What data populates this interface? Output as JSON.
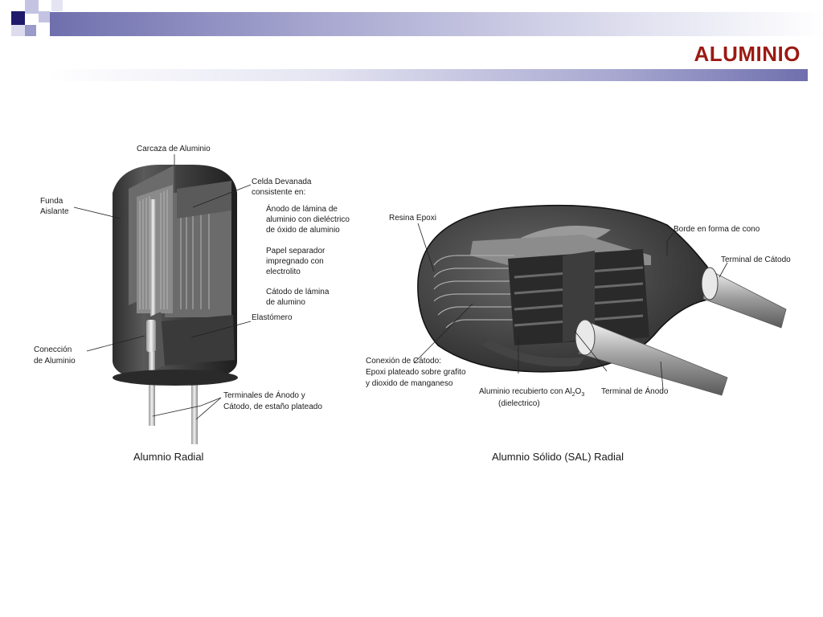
{
  "slide": {
    "title": "ALUMINIO"
  },
  "left_figure": {
    "caption": "Alumnio Radial",
    "labels": {
      "carcaza": "Carcaza de Aluminio",
      "celda_1": "Celda Devanada",
      "celda_2": "consistente en:",
      "anodo_1": "Ánodo de lámina de",
      "anodo_2": "aluminio con dieléctrico",
      "anodo_3": "de óxido de aluminio",
      "papel_1": "Papel separador",
      "papel_2": "impregnado con",
      "papel_3": "electrolito",
      "catodo_1": "Cátodo de lámina",
      "catodo_2": "de alumino",
      "elastomero": "Elastómero",
      "funda_1": "Funda",
      "funda_2": "Aislante",
      "conexion_1": "Conección",
      "conexion_2": "de Aluminio",
      "terminales_1": "Terminales de Ánodo y",
      "terminales_2": "Cátodo, de estaño plateado"
    }
  },
  "right_figure": {
    "caption": "Alumnio Sólido (SAL) Radial",
    "labels": {
      "resina": "Resina Epoxi",
      "borde": "Borde en forma de cono",
      "terminal_catodo": "Terminal de Cátodo",
      "conexion_1": "Conexión de Cátodo:",
      "conexion_2": "Epoxi plateado sobre grafito",
      "conexion_3": "y dioxido de manganeso",
      "aluminio_1": "Aluminio recubierto con Al",
      "aluminio_sub2": "2",
      "aluminio_O": "O",
      "aluminio_sub3": "3",
      "aluminio_2": "(dielectrico)",
      "terminal_anodo": "Terminal de Ánodo"
    }
  }
}
